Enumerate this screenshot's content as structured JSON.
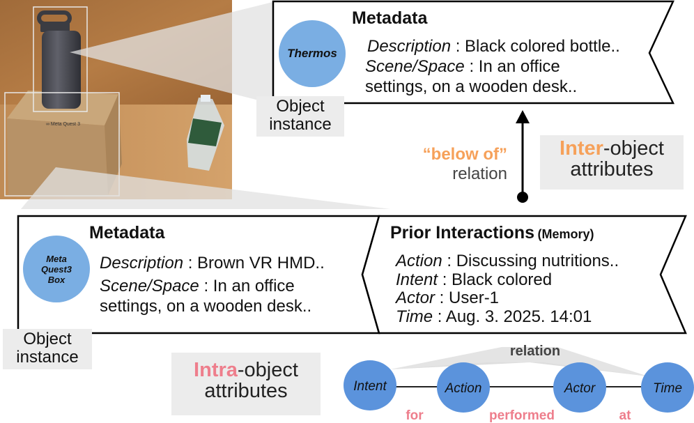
{
  "top_card": {
    "circle_label": "Thermos",
    "title": "Metadata",
    "desc_key": "Description",
    "desc_val": " : Black colored bottle..",
    "scene_key": "Scene/Space",
    "scene_val": " : In an office",
    "scene_val2": "settings, on a wooden desk.."
  },
  "object_instance_top": [
    "Object",
    "instance"
  ],
  "object_instance_bottom": [
    "Object",
    "instance"
  ],
  "relation_label": {
    "quoted": "“below of”",
    "word": "relation"
  },
  "inter_attr": {
    "highlight": "Inter",
    "rest_line1": "-object",
    "line2": "attributes"
  },
  "intra_attr": {
    "highlight": "Intra",
    "rest_line1": "-object",
    "line2": "attributes"
  },
  "bottom_card": {
    "circle_label_lines": [
      "Meta",
      "Quest3",
      "Box"
    ],
    "title": "Metadata",
    "desc_key": "Description",
    "desc_val": " : Brown VR HMD..",
    "scene_key": "Scene/Space",
    "scene_val": " : In an office",
    "scene_val2": "settings, on a wooden desk.."
  },
  "prior": {
    "title": "Prior Interactions",
    "subtitle": "(Memory)",
    "rows": [
      {
        "key": "Action",
        "val": " : Discussing nutritions.."
      },
      {
        "key": "Intent",
        "val": " : Black colored"
      },
      {
        "key": "Actor",
        "val": " : User-1"
      },
      {
        "key": "Time",
        "val": " : Aug. 3. 2025. 14:01"
      }
    ]
  },
  "graph": {
    "relation_title": "relation",
    "nodes": [
      "Intent",
      "Action",
      "Actor",
      "Time"
    ],
    "edges": [
      "for",
      "performed",
      "at"
    ]
  },
  "photo": {
    "box_logo": "∞ Meta Quest 3"
  },
  "colors": {
    "circle": "#7aaee3",
    "node": "#5b93dc",
    "orange": "#f6a15a",
    "pink": "#ee7e8c",
    "gray_box": "#ececec"
  }
}
